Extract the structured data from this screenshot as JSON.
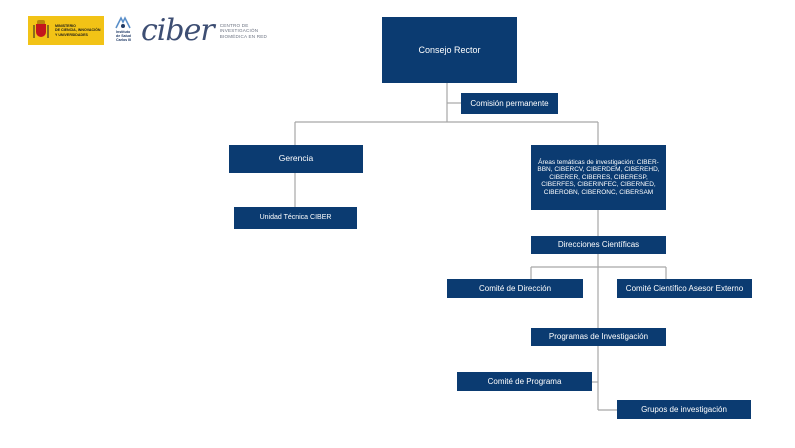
{
  "header": {
    "ministry_lines": "MINISTERIO\nDE CIENCIA, INNOVACIÓN\nY UNIVERSIDADES",
    "isciii_lines": "Instituto\nde Salud\nCarlos III",
    "ciber_word": "ciber",
    "ciber_sub_lines": "CENTRO DE\nINVESTIGACIÓN\nBIOMÉDICA EN RED"
  },
  "orgchart": {
    "consejo_rector": "Consejo Rector",
    "comision_permanente": "Comisión permanente",
    "gerencia": "Gerencia",
    "unidad_tecnica": "Unidad Técnica CIBER",
    "areas_tematicas": "Áreas temáticas de investigación: CIBER-BBN, CIBERCV, CIBERDEM, CIBEREHD, CIBERER, CIBERES, CIBERESP, CIBERFES, CIBERINFEC, CIBERNED, CIBEROBN, CIBERONC, CIBERSAM",
    "direcciones_cientificas": "Direcciones Científicas",
    "comite_direccion": "Comité de Dirección",
    "comite_cientifico": "Comité Científico Asesor Externo",
    "programas_investigacion": "Programas de Investigación",
    "comite_programa": "Comité de Programa",
    "grupos_investigacion": "Grupos de investigación"
  },
  "colors": {
    "node_fill": "#0b3b71",
    "node_text": "#ffffff",
    "connector": "#a6a6a6",
    "logo_yellow": "#f2c316",
    "ciber_blue": "#3d4e73"
  }
}
